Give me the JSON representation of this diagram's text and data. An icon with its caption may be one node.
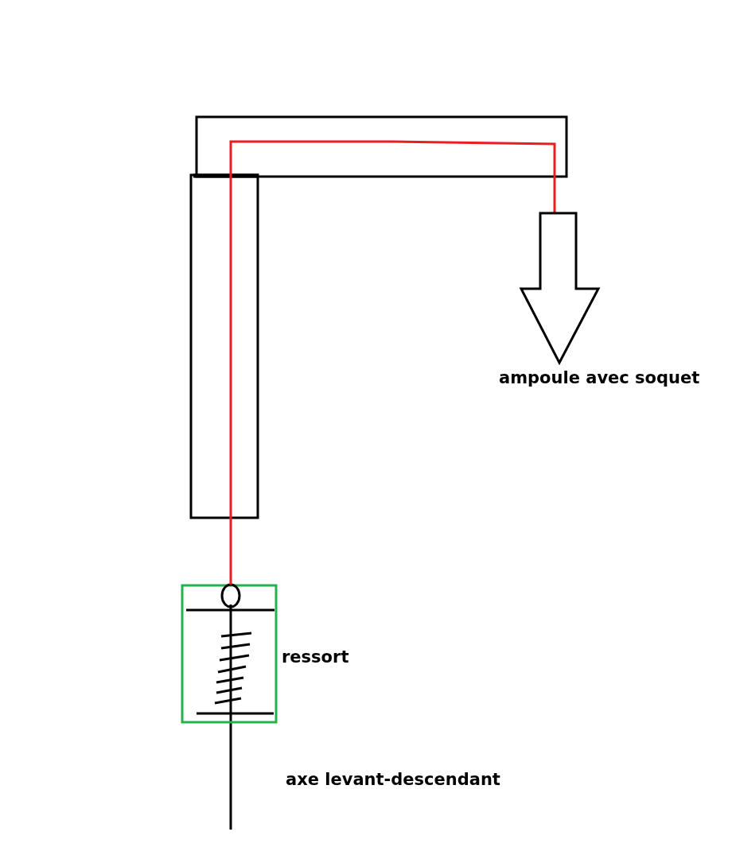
{
  "diagram": {
    "labels": [
      "ampoule avec soquet",
      "ressort",
      "axe levant-descendant"
    ]
  }
}
